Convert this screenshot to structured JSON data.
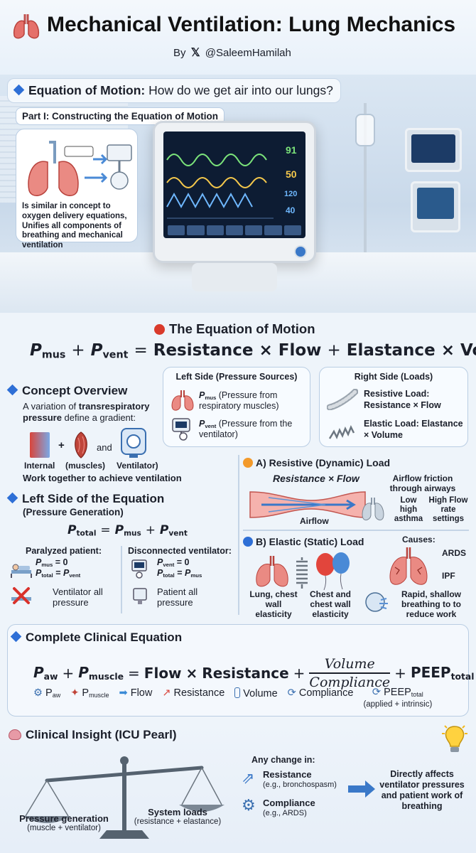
{
  "header": {
    "title": "Mechanical Ventilation: Lung Mechanics",
    "by": "By",
    "handle": "@SaleemHamilah"
  },
  "motion": {
    "label": "Equation of Motion:",
    "question": "How do we get air into our lungs?",
    "part_label": "Part I: Constructing the Equation of Motion",
    "desc": "Is similar in concept to oxygen delivery equations, Unifies all components of breathing and mechanical ventilation"
  },
  "monitor": {
    "values": [
      "91",
      "50",
      "120",
      "40"
    ],
    "colors": {
      "green": "#7be37a",
      "yellow": "#f4c84c",
      "blue": "#6fb8ff",
      "screen": "#0d1c33"
    }
  },
  "eom": {
    "title": "The Equation of Motion",
    "times": "×",
    "plus": "+",
    "equals": "=",
    "p": "P",
    "mus": "mus",
    "vent": "vent",
    "resistance": "Resistance",
    "flow": "Flow",
    "elastance": "Elastance",
    "volume": "Volume"
  },
  "concept": {
    "title": "Concept Overview",
    "line1": "A variation of",
    "term": "transrespiratory pressure",
    "line2": "define a gradient:",
    "internal": "Internal",
    "muscles": "(muscles)",
    "and": "and",
    "ventilator": "Ventilator)",
    "footer": "Work together to achieve ventilation"
  },
  "left_box": {
    "title": "Left Side (Pressure Sources)",
    "pmus_desc": "(Pressure from respiratory muscles)",
    "pvent_desc": "(Pressure from the ventilator)"
  },
  "right_box": {
    "title": "Right Side (Loads)",
    "resistive": "Resistive Load: Resistance × Flow",
    "elastic": "Elastic Load: Elastance × Volume"
  },
  "left_eq": {
    "title": "Left Side of the Equation",
    "subtitle": "(Pressure Generation)",
    "total": "total",
    "paralyzed": "Paralyzed patient:",
    "disconnected": "Disconnected ventilator:",
    "zero": "= 0",
    "vent_all": "Ventilator all pressure",
    "patient_all": "Patient all pressure"
  },
  "resistive_load": {
    "title": "A) Resistive (Dynamic) Load",
    "formula": "Resistance × Flow",
    "friction": "Airflow friction through airways",
    "airflow": "Airflow",
    "low": "Low high asthma",
    "high": "High Flow rate settings"
  },
  "elastic_load": {
    "title": "B) Elastic (Static) Load",
    "lung": "Lung, chest wall elasticity",
    "chest": "Chest and chest wall elasticity",
    "causes": "Causes:",
    "ards": "ARDS",
    "ipf": "IPF",
    "rapid": "Rapid, shallow breathing to to reduce work"
  },
  "clinical": {
    "title": "Complete Clinical Equation",
    "aw": "aw",
    "muscle": "muscle",
    "flow": "Flow",
    "resistance": "Resistance",
    "volume": "Volume",
    "compliance": "Compliance",
    "peep": "PEEP",
    "total": "total",
    "legend": [
      "P",
      "aw",
      "P",
      "muscle",
      "Flow",
      "Resistance",
      "Volume",
      "Compliance",
      "PEEP",
      "total"
    ],
    "applied": "(applied + intrinsic)"
  },
  "insight": {
    "title": "Clinical Insight (ICU Pearl)",
    "pressure_gen": "Pressure generation",
    "pressure_gen_sub": "(muscle + ventilator)",
    "system_loads": "System loads",
    "system_loads_sub": "(resistance + elastance)",
    "any_change": "Any change in:",
    "resistance": "Resistance",
    "resistance_ex": "(e.g., bronchospasm)",
    "compliance": "Compliance",
    "compliance_ex": "(e.g., ARDS)",
    "effect": "Directly affects ventilator pressures and patient work of breathing"
  }
}
